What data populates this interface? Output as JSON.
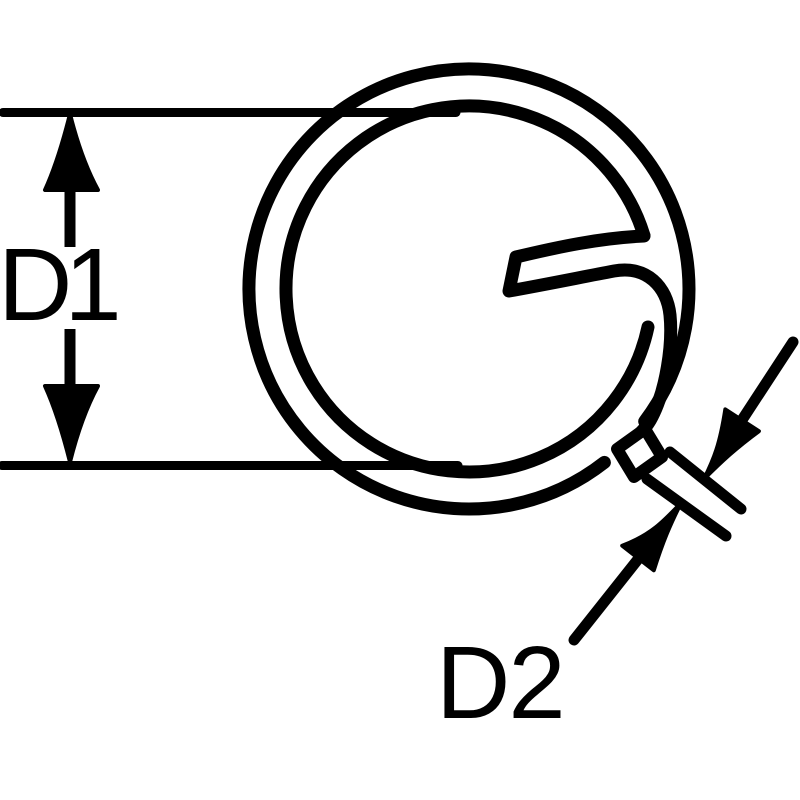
{
  "title": "Cotter ring (split ring) dimensional line drawing",
  "labels": {
    "inner_diameter": "D1",
    "wire_diameter": "D2"
  },
  "colors": {
    "ink": "#000000",
    "background": "#ffffff"
  },
  "drawing": {
    "type": "technical-line-drawing",
    "part": "cotter-ring",
    "dimensions_shown": [
      {
        "label": "D1",
        "meaning": "inner (hole) diameter",
        "orientation": "vertical, at left"
      },
      {
        "label": "D2",
        "meaning": "wire diameter",
        "orientation": "diagonal, at lower right"
      }
    ]
  }
}
